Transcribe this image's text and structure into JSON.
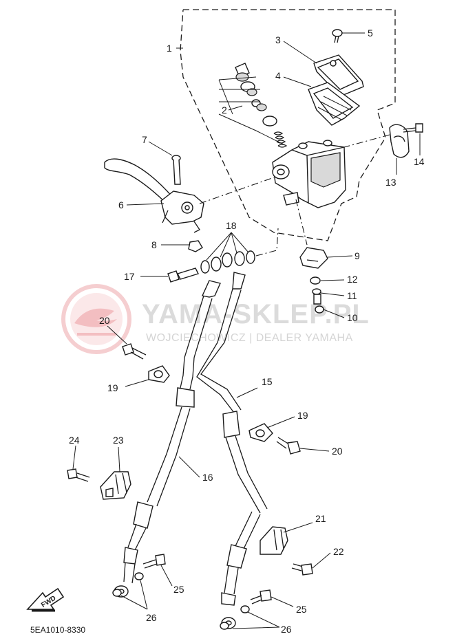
{
  "diagram": {
    "part_numbers": {
      "p1": "1",
      "p2": "2",
      "p3": "3",
      "p4": "4",
      "p5": "5",
      "p6": "6",
      "p7": "7",
      "p8": "8",
      "p9": "9",
      "p10": "10",
      "p11": "11",
      "p12": "12",
      "p13": "13",
      "p14": "14",
      "p15": "15",
      "p16": "16",
      "p17": "17",
      "p18": "18",
      "p19a": "19",
      "p19b": "19",
      "p20a": "20",
      "p20b": "20",
      "p21": "21",
      "p22": "22",
      "p23": "23",
      "p24": "24",
      "p25a": "25",
      "p25b": "25",
      "p26a": "26",
      "p26b": "26"
    },
    "diagram_code": "5EA1010-8330",
    "fwd_label": "FWD"
  },
  "watermark": {
    "title": "YAMA-SKLEP.PL",
    "subtitle": "WOJCIECHOWICZ | DEALER YAMAHA",
    "color": "#f2c4c6"
  }
}
